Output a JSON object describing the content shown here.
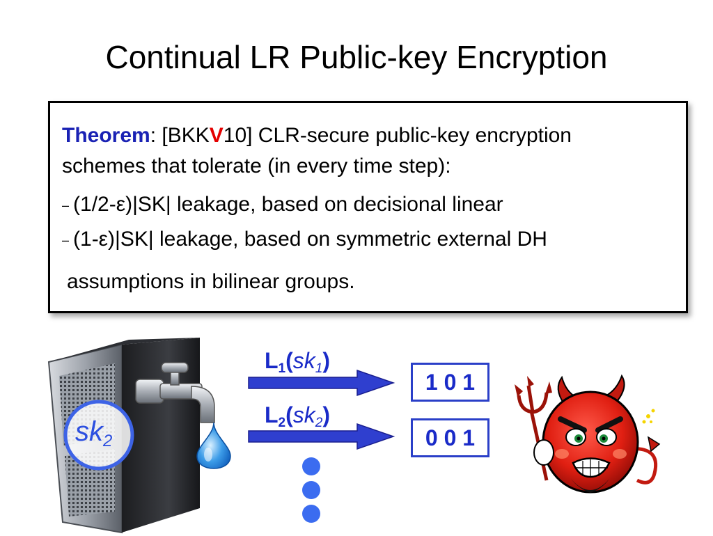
{
  "slide": {
    "title": "Continual LR Public-key Encryption"
  },
  "theorem": {
    "label": "Theorem",
    "sep": ": [BKK",
    "highlight": "V",
    "cite_rest": "10] CLR-secure public-key encryption",
    "line2": "schemes that tolerate (in every time step):",
    "bullet_mark": "–",
    "bullets": [
      "(1/2-ε)|SK| leakage, based on decisional linear",
      "(1-ε)|SK| leakage, based on symmetric external DH"
    ],
    "closing": "assumptions in bilinear groups."
  },
  "leakage": [
    {
      "fn": "L",
      "idx": "1",
      "open": "(",
      "arg": "sk",
      "argidx": "1",
      "close": ")",
      "bits": "1 0 1"
    },
    {
      "fn": "L",
      "idx": "2",
      "open": "(",
      "arg": "sk",
      "argidx": "2",
      "close": ")",
      "bits": "0 0 1"
    }
  ],
  "server": {
    "key_label": "sk",
    "key_idx": "2"
  },
  "icons": {
    "server": "server-icon",
    "faucet": "faucet-icon",
    "drop": "water-drop-icon",
    "devil": "devil-adversary-icon"
  },
  "colors": {
    "theorem": "#1a22b4",
    "highlight": "#e40000",
    "arrow": "#2f3fcf",
    "bits_border": "#2a3fc8",
    "dots": "#3b6cf0"
  }
}
